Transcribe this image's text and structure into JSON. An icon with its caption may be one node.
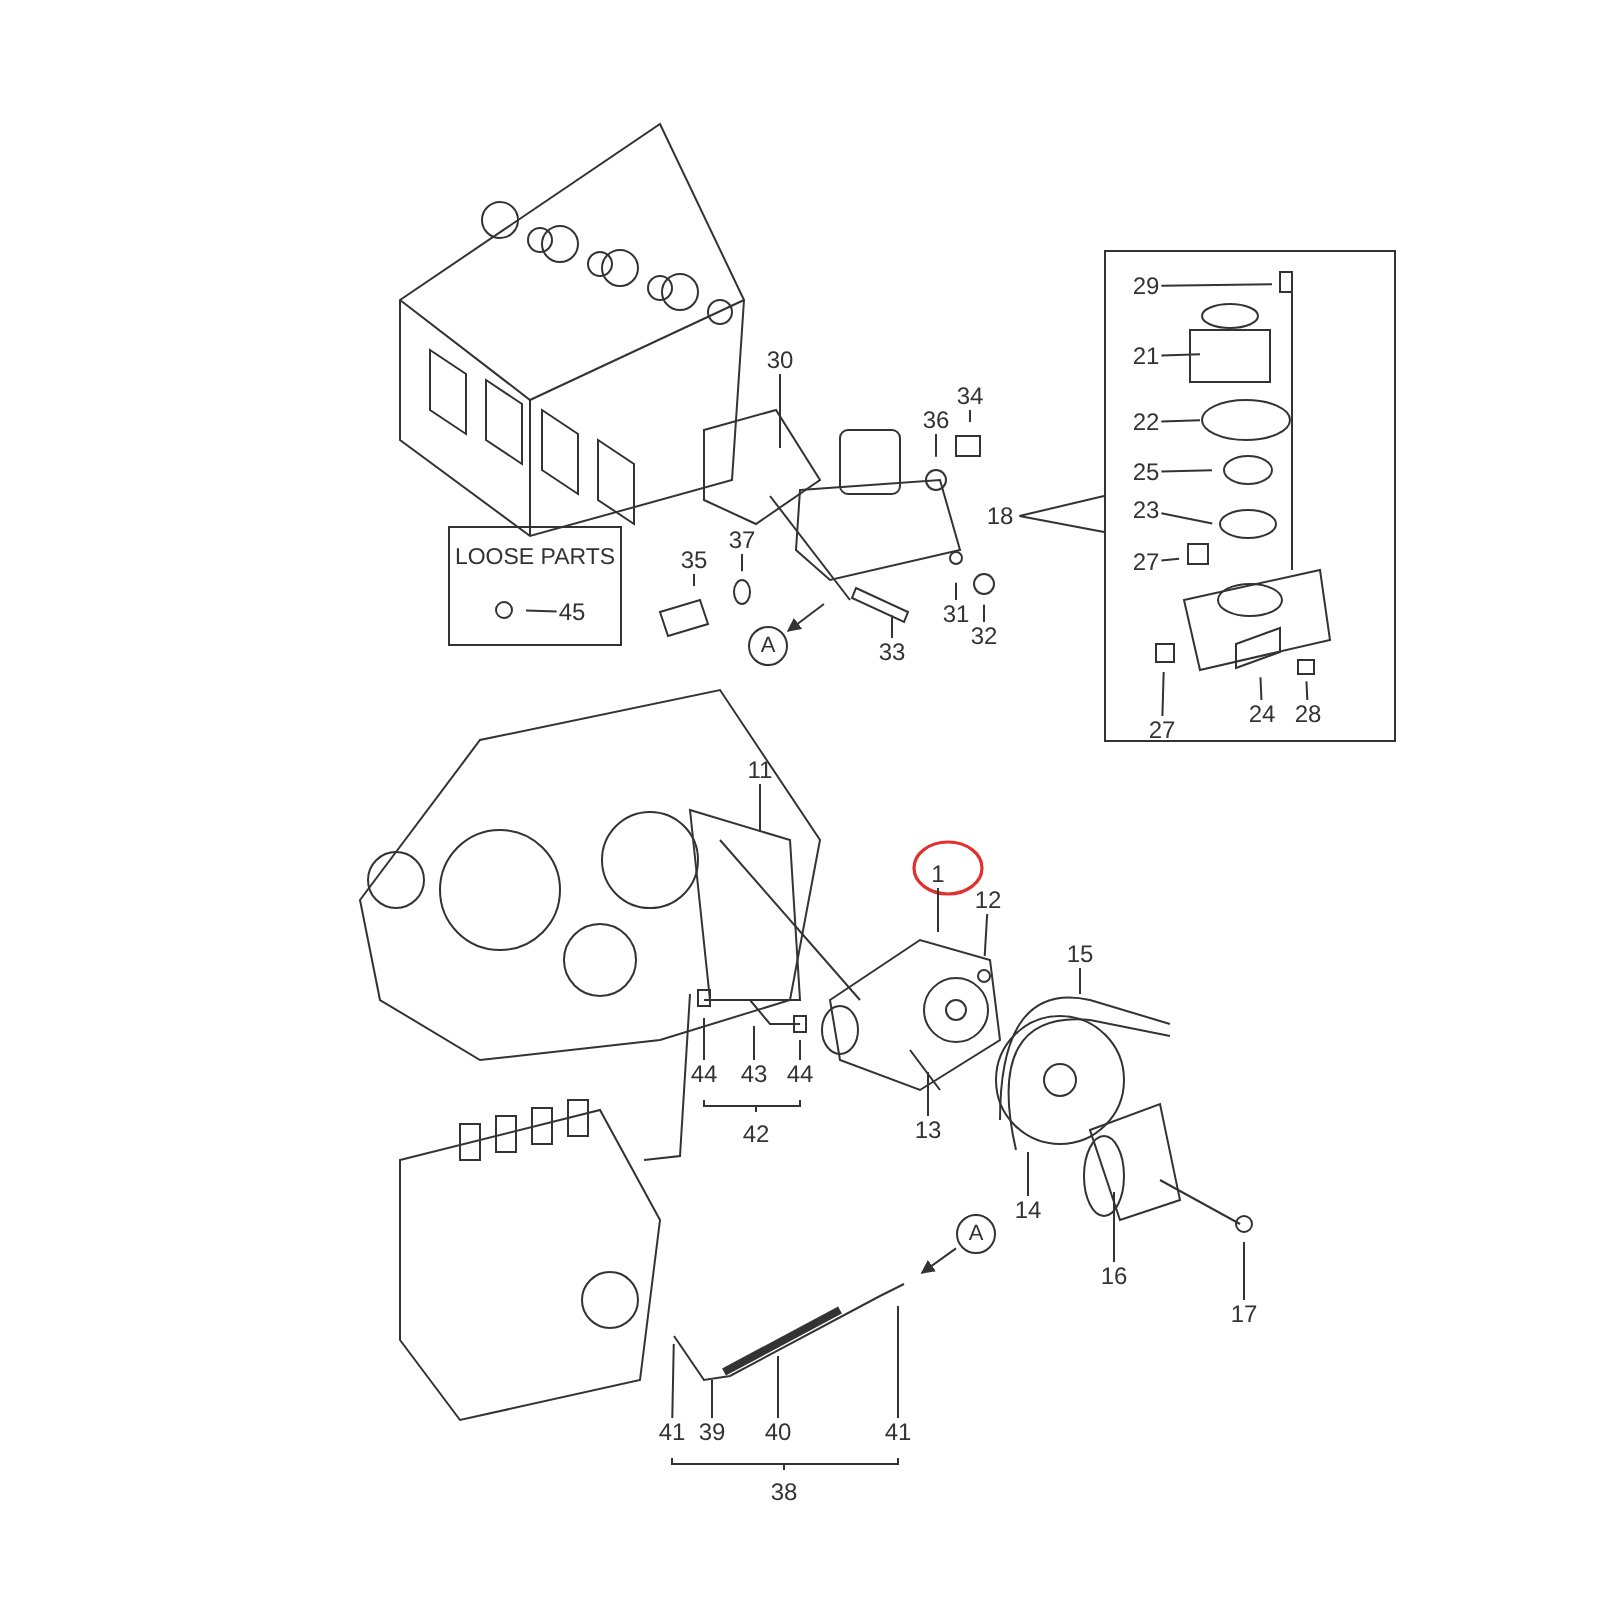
{
  "diagram": {
    "nodes": [
      {
        "text": [
          "30"
        ]
      },
      {
        "text": [
          "34"
        ]
      },
      {
        "text": [
          "36"
        ]
      },
      {
        "text": [
          "18"
        ]
      },
      {
        "text": [],
        "shape": "box"
      },
      {
        "text": [
          "29"
        ],
        "in": 4
      },
      {
        "text": [
          "21"
        ],
        "in": 4
      },
      {
        "text": [
          "22"
        ],
        "in": 4
      },
      {
        "text": [
          "25"
        ],
        "in": 4
      },
      {
        "text": [
          "23"
        ],
        "in": 4
      },
      {
        "text": [
          "27"
        ],
        "in": 4
      },
      {
        "text": [
          "27"
        ],
        "in": 4
      },
      {
        "text": [
          "24"
        ],
        "in": 4
      },
      {
        "text": [
          "28"
        ],
        "in": 4
      },
      {
        "text": [
          "LOOSE PARTS"
        ]
      },
      {
        "text": [
          "45"
        ],
        "in": 14
      },
      {
        "text": [
          "35"
        ]
      },
      {
        "text": [
          "37"
        ]
      },
      {
        "text": [
          "31"
        ]
      },
      {
        "text": [
          "32"
        ]
      },
      {
        "text": [
          "33"
        ]
      },
      {
        "text": [
          "A"
        ]
      },
      {
        "text": [
          "11"
        ]
      },
      {
        "text": [
          "1"
        ]
      },
      {
        "text": [
          "12"
        ]
      },
      {
        "text": [
          "15"
        ]
      },
      {
        "text": [
          "44"
        ]
      },
      {
        "text": [
          "43"
        ]
      },
      {
        "text": [
          "44"
        ]
      },
      {
        "text": [
          "42"
        ]
      },
      {
        "text": [
          "13"
        ]
      },
      {
        "text": [
          "14"
        ]
      },
      {
        "text": [
          "16"
        ]
      },
      {
        "text": [
          "17"
        ]
      },
      {
        "text": [
          "A"
        ]
      },
      {
        "text": [
          "41"
        ]
      },
      {
        "text": [
          "39"
        ]
      },
      {
        "text": [
          "40"
        ]
      },
      {
        "text": [
          "41"
        ]
      },
      {
        "text": [
          "38"
        ]
      }
    ],
    "edges": [
      {
        "from": 0,
        "to": null,
        "arrow": "none"
      },
      {
        "from": 1,
        "to": null,
        "arrow": "none"
      },
      {
        "from": 2,
        "to": null,
        "arrow": "none"
      },
      {
        "from": 3,
        "to": 4,
        "arrow": "none"
      },
      {
        "from": 5,
        "to": null,
        "arrow": "none"
      },
      {
        "from": 6,
        "to": null,
        "arrow": "none"
      },
      {
        "from": 7,
        "to": null,
        "arrow": "none"
      },
      {
        "from": 8,
        "to": null,
        "arrow": "none"
      },
      {
        "from": 9,
        "to": null,
        "arrow": "none"
      },
      {
        "from": 10,
        "to": null,
        "arrow": "none"
      },
      {
        "from": 11,
        "to": null,
        "arrow": "none"
      },
      {
        "from": 12,
        "to": null,
        "arrow": "none"
      },
      {
        "from": 13,
        "to": null,
        "arrow": "none"
      },
      {
        "from": 15,
        "to": null,
        "arrow": "none"
      },
      {
        "from": 16,
        "to": null,
        "arrow": "none"
      },
      {
        "from": 17,
        "to": null,
        "arrow": "none"
      },
      {
        "from": 18,
        "to": null,
        "arrow": "none"
      },
      {
        "from": 19,
        "to": null,
        "arrow": "none"
      },
      {
        "from": 20,
        "to": null,
        "arrow": "none"
      },
      {
        "from": null,
        "to": 21,
        "arrow": "to"
      },
      {
        "from": 22,
        "to": null,
        "arrow": "none"
      },
      {
        "from": 23,
        "to": null,
        "arrow": "none"
      },
      {
        "from": 24,
        "to": null,
        "arrow": "none"
      },
      {
        "from": 25,
        "to": null,
        "arrow": "none"
      },
      {
        "from": 26,
        "to": null,
        "arrow": "none"
      },
      {
        "from": 27,
        "to": null,
        "arrow": "none"
      },
      {
        "from": 28,
        "to": null,
        "arrow": "none"
      },
      {
        "from": 30,
        "to": null,
        "arrow": "none"
      },
      {
        "from": 31,
        "to": null,
        "arrow": "none"
      },
      {
        "from": 32,
        "to": null,
        "arrow": "none"
      },
      {
        "from": 33,
        "to": null,
        "arrow": "none"
      },
      {
        "from": 34,
        "to": null,
        "arrow": "to"
      },
      {
        "from": 35,
        "to": null,
        "arrow": "none"
      },
      {
        "from": 36,
        "to": null,
        "arrow": "none"
      },
      {
        "from": 37,
        "to": null,
        "arrow": "none"
      },
      {
        "from": 38,
        "to": null,
        "arrow": "none"
      }
    ]
  }
}
